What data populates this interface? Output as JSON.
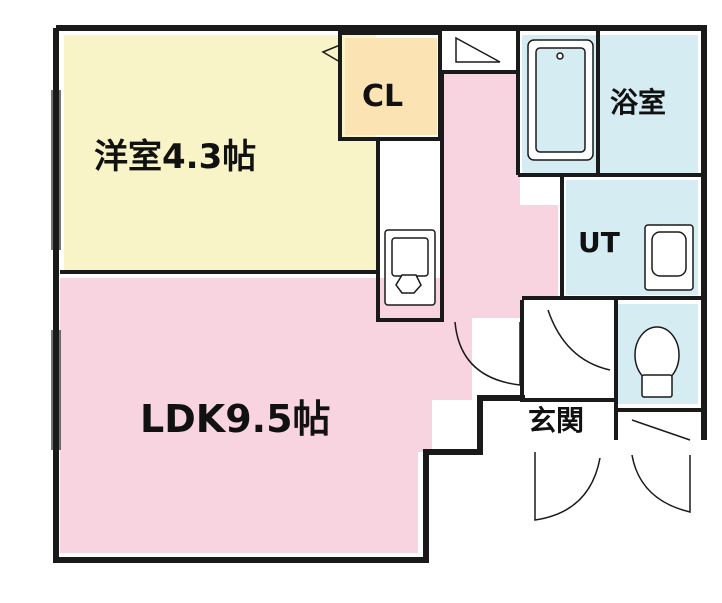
{
  "rooms": {
    "western": {
      "label": "洋室4.3帖"
    },
    "ldk": {
      "label": "LDK9.5帖"
    },
    "closet": {
      "label": "CL"
    },
    "bath": {
      "label": "浴室"
    },
    "utility": {
      "label": "UT"
    },
    "entrance": {
      "label": "玄関"
    }
  },
  "colors": {
    "western": "#f8f4c8",
    "ldk": "#f7d4df",
    "closet": "#fbe3b4",
    "wet": "#d5ecf2",
    "corridor": "#f7d4df",
    "wall": "#1a1a1a"
  }
}
